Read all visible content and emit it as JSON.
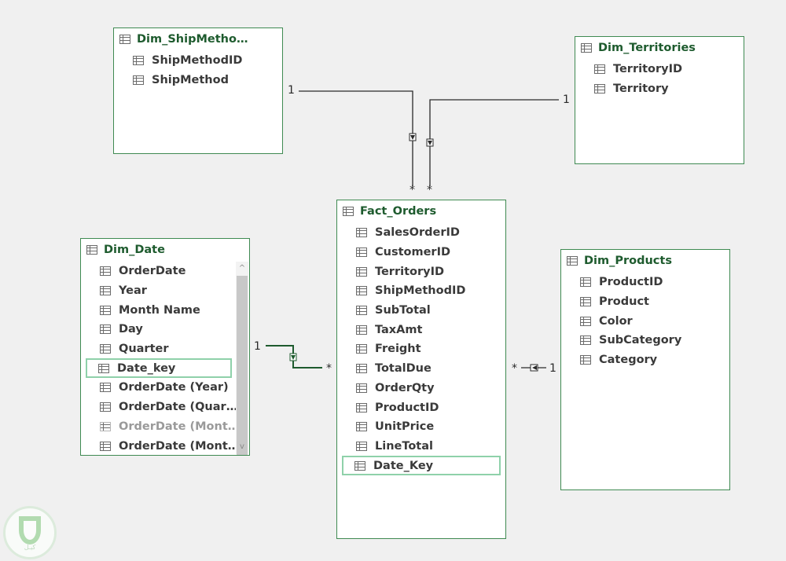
{
  "tables": {
    "ship_method": {
      "name": "Dim_ShipMetho…",
      "fields": [
        "ShipMethodID",
        "ShipMethod"
      ]
    },
    "territories": {
      "name": "Dim_Territories",
      "fields": [
        "TerritoryID",
        "Territory"
      ]
    },
    "fact_orders": {
      "name": "Fact_Orders",
      "fields": [
        "SalesOrderID",
        "CustomerID",
        "TerritoryID",
        "ShipMethodID",
        "SubTotal",
        "TaxAmt",
        "Freight",
        "TotalDue",
        "OrderQty",
        "ProductID",
        "UnitPrice",
        "LineTotal",
        "Date_Key"
      ],
      "selected": "Date_Key"
    },
    "date": {
      "name": "Dim_Date",
      "fields": [
        "OrderDate",
        "Year",
        "Month Name",
        "Day",
        "Quarter",
        "Date_key",
        "OrderDate (Year)",
        "OrderDate (Quar…",
        "OrderDate (Mont…",
        "OrderDate (Mont…"
      ],
      "selected": "Date_key"
    },
    "products": {
      "name": "Dim_Products",
      "fields": [
        "ProductID",
        "Product",
        "Color",
        "SubCategory",
        "Category"
      ]
    }
  },
  "relationships": {
    "ship_one": "1",
    "ship_many": "*",
    "terr_one": "1",
    "terr_many": "*",
    "date_one": "1",
    "date_many": "*",
    "prod_many": "*",
    "prod_one": "1"
  },
  "scroll": {
    "up": "^",
    "down": "v"
  },
  "colors": {
    "border": "#3f8a52",
    "title": "#1e5b2e",
    "selected": "#8fd1aa",
    "line": "#2a2a2a",
    "active_line": "#1e5b2e"
  },
  "logo": {
    "text": "كيـل"
  }
}
